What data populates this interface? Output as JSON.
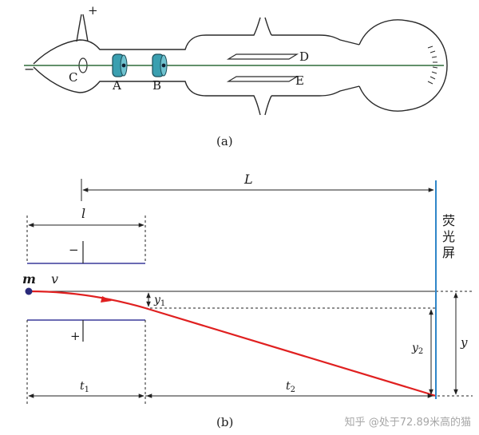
{
  "figure_a": {
    "caption": "(a)",
    "labels": {
      "plus": "+",
      "minus": "−",
      "cathode": "C",
      "anode_a": "A",
      "anode_b": "B",
      "plate_d": "D",
      "plate_e": "E"
    }
  },
  "figure_b": {
    "caption": "(b)",
    "labels": {
      "big_l": "L",
      "small_l": "l",
      "mass": "m",
      "velocity": "v",
      "plate_minus": "−",
      "plate_plus": "+",
      "y1_main": "y",
      "y1_sub": "1",
      "y2_main": "y",
      "y2_sub": "2",
      "y_total": "y",
      "t1_main": "t",
      "t1_sub": "1",
      "t2_main": "t",
      "t2_sub": "2",
      "screen_chars": [
        "荧",
        "光",
        "屏"
      ]
    },
    "colors": {
      "trajectory": "#e02020",
      "screen": "#2f86c8",
      "plates": "#3a3a9a",
      "particle": "#2a2a7a"
    }
  },
  "watermark": "知乎 @处于72.89米高的猫"
}
